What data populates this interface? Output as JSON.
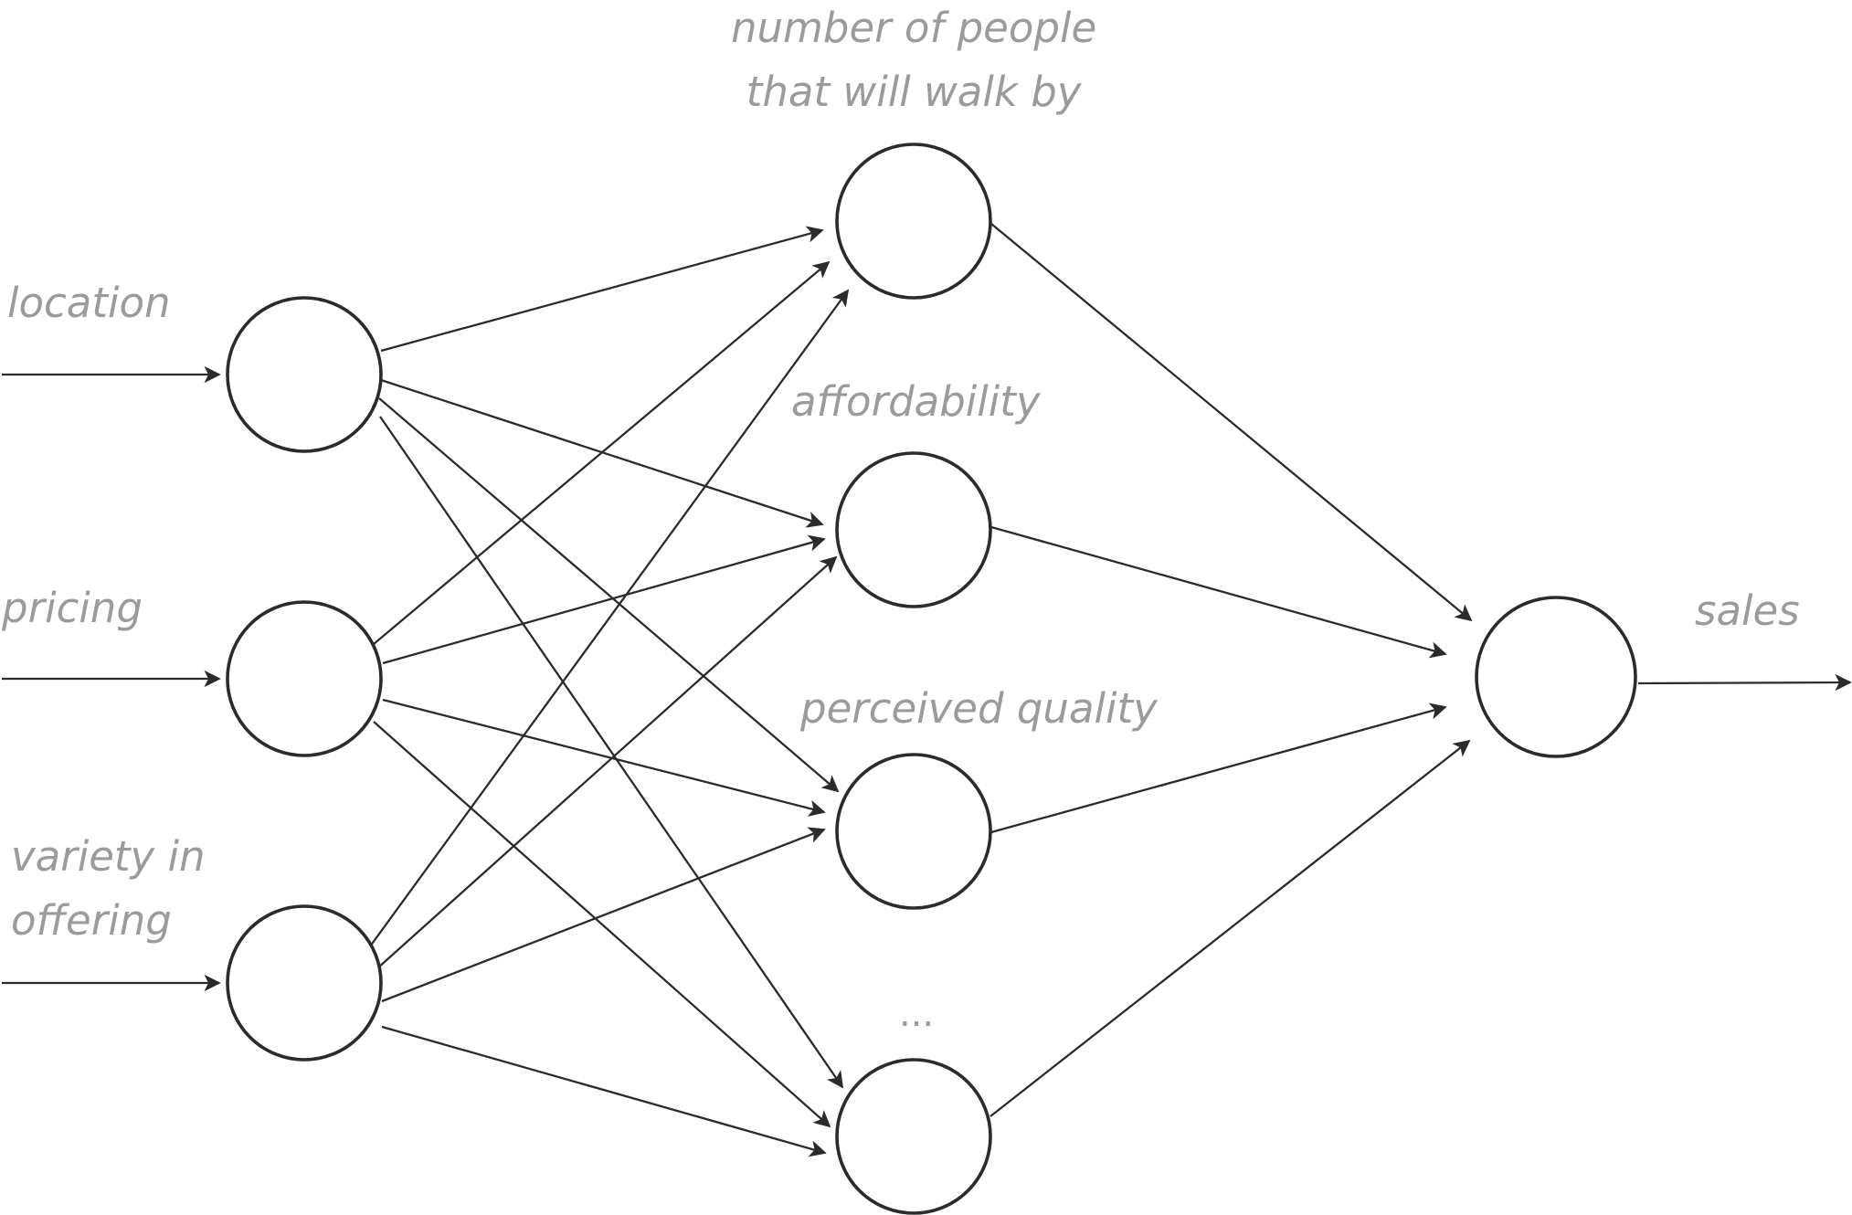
{
  "inputs": [
    {
      "id": "location",
      "label": "location"
    },
    {
      "id": "pricing",
      "label": "pricing"
    },
    {
      "id": "variety",
      "label_line1": "variety in",
      "label_line2": "offering"
    }
  ],
  "hidden": [
    {
      "id": "foot-traffic",
      "label_line1": "number of people",
      "label_line2": "that will walk by"
    },
    {
      "id": "affordability",
      "label": "affordability"
    },
    {
      "id": "perceived-quality",
      "label": "perceived quality"
    },
    {
      "id": "more",
      "label": "..."
    }
  ],
  "output": {
    "id": "sales",
    "label": "sales"
  },
  "colors": {
    "stroke": "#2b2b2b",
    "label": "#9b9b9b",
    "background": "#ffffff"
  }
}
